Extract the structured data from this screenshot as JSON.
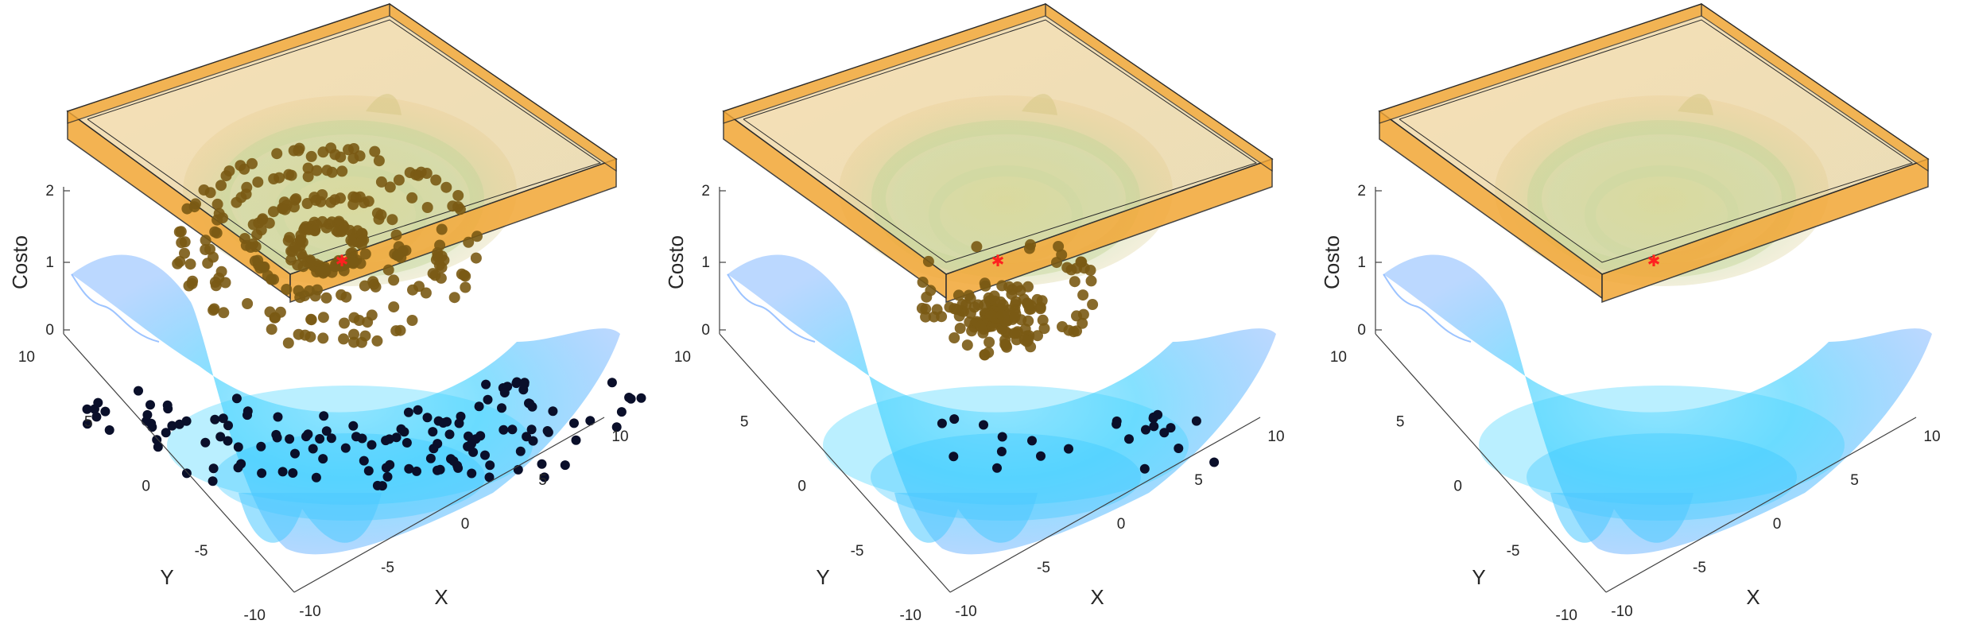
{
  "panels": [
    {
      "type": "surface3d",
      "zlabel": "Costo",
      "xlabel": "X",
      "ylabel": "Y",
      "xticks": [
        -10,
        -5,
        0,
        5,
        10
      ],
      "yticks": [
        -10,
        -5,
        0,
        5,
        10
      ],
      "zticks": [
        0,
        1,
        2
      ],
      "xlim": [
        -10,
        10
      ],
      "ylim": [
        -10,
        10
      ],
      "zlim": [
        0,
        2
      ],
      "best_marker": "red-star",
      "particle_spread": "wide"
    },
    {
      "type": "surface3d",
      "zlabel": "Costo",
      "xlabel": "X",
      "ylabel": "Y",
      "xticks": [
        -10,
        -5,
        0,
        5,
        10
      ],
      "yticks": [
        -10,
        -5,
        0,
        5,
        10
      ],
      "zticks": [
        0,
        1,
        2
      ],
      "xlim": [
        -10,
        10
      ],
      "ylim": [
        -10,
        10
      ],
      "zlim": [
        0,
        2
      ],
      "best_marker": "red-star",
      "particle_spread": "converging"
    },
    {
      "type": "surface3d",
      "zlabel": "Costo",
      "xlabel": "X",
      "ylabel": "Y",
      "xticks": [
        -10,
        -5,
        0,
        5,
        10
      ],
      "yticks": [
        -10,
        -5,
        0,
        5,
        10
      ],
      "zticks": [
        0,
        1,
        2
      ],
      "xlim": [
        -10,
        10
      ],
      "ylim": [
        -10,
        10
      ],
      "zlim": [
        0,
        2
      ],
      "best_marker": "red-star",
      "particle_spread": "converged"
    }
  ],
  "chart_data": [
    {
      "type": "scatter",
      "surface": "radial ripple cost surface over X-Y plane",
      "x_range": [
        -10,
        10
      ],
      "y_range": [
        -10,
        10
      ],
      "z_range": [
        0,
        2
      ],
      "best_point": {
        "x": 0,
        "y": 0,
        "z": 1
      },
      "particles": "wide swarm over ring valleys"
    },
    {
      "type": "scatter",
      "surface": "radial ripple cost surface over X-Y plane",
      "x_range": [
        -10,
        10
      ],
      "y_range": [
        -10,
        10
      ],
      "z_range": [
        0,
        2
      ],
      "best_point": {
        "x": 0,
        "y": 0,
        "z": 1
      },
      "particles": "swarm concentrated near center"
    },
    {
      "type": "scatter",
      "surface": "radial ripple cost surface over X-Y plane",
      "x_range": [
        -10,
        10
      ],
      "y_range": [
        -10,
        10
      ],
      "z_range": [
        0,
        2
      ],
      "best_point": {
        "x": 0,
        "y": 0,
        "z": 1
      },
      "particles": "swarm collapsed to optimum"
    }
  ],
  "colors": {
    "box_fill": "#f2a93b",
    "box_edge": "#2b2b2b",
    "surface": "#36d4ff",
    "particle_above": "#7a5a14",
    "particle_below": "#0a0f2a",
    "best": "#ff2020"
  }
}
